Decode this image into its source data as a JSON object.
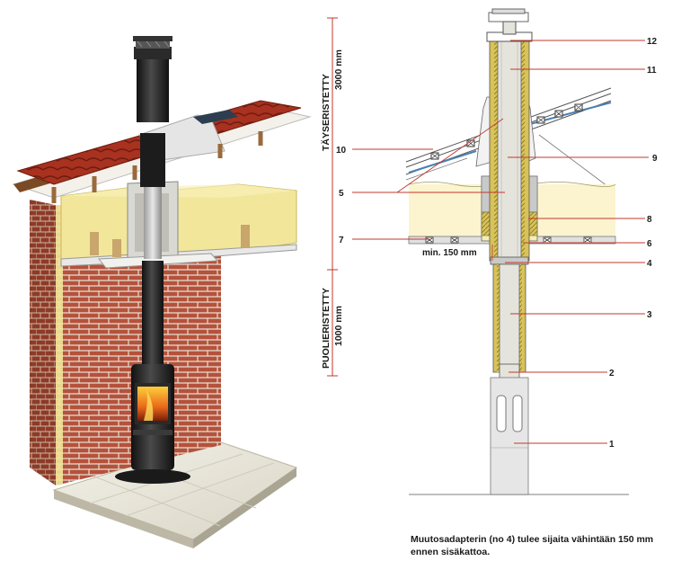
{
  "zones": {
    "full": "TÄYSERISTETTY",
    "full_height": "3000 mm",
    "half": "PUOLIERISTETTY",
    "half_height": "1000 mm"
  },
  "min_distance": "min. 150 mm",
  "callouts": {
    "c1": "1",
    "c2": "2",
    "c3": "3",
    "c4": "4",
    "c5": "5",
    "c6": "6",
    "c7": "7",
    "c8": "8",
    "c9": "9",
    "c10": "10",
    "c11": "11",
    "c12": "12"
  },
  "caption": "Muutosadapterin (no 4) tulee sijaita vähintään 150 mm ennen sisäkattoa.",
  "colors": {
    "brick": "#b5523b",
    "mortar": "#e6ddd2",
    "insulation": "#f2e69a",
    "pipe_black": "#222222",
    "flue_fill": "#e4e4dc",
    "roof_tile": "#a8311f",
    "callout_line": "#c0392b",
    "floor": "#e9e6da"
  }
}
